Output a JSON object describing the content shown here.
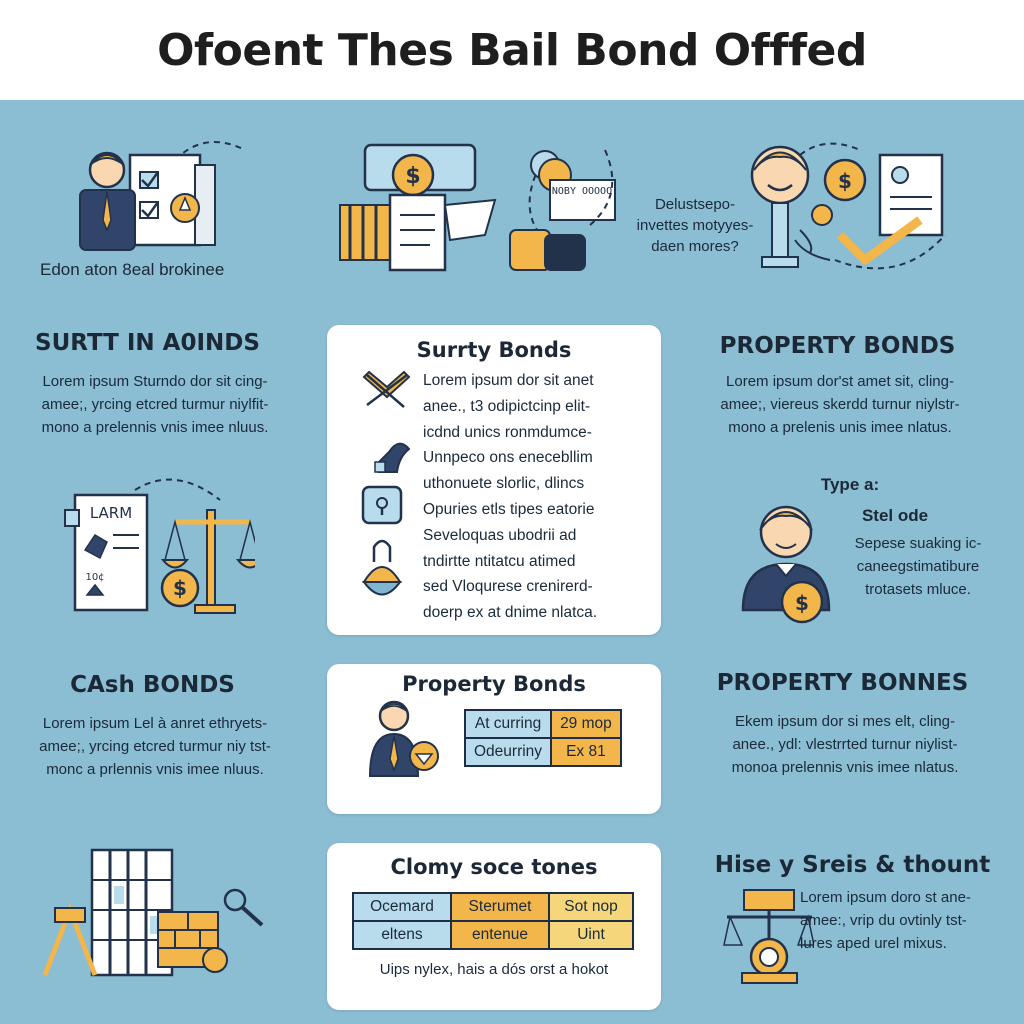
{
  "title": "Ofoent Thes Bail Bond Offfed",
  "top_row": {
    "left_caption": "Edon aton 8eal brokinee",
    "right_caption_lines": [
      "Delustsepo-",
      "invettes motyyes-",
      "daen mores?"
    ],
    "money_ticket_text": "NOBY OOOOO"
  },
  "left_column": {
    "section1": {
      "heading": "SURTT IN A0INDS",
      "lines": [
        "Lorem ipsum Sturndo dor sit cing-",
        "amee;, yrcing etcred turmur niylfit-",
        "mono a prelennis vnis imee nluus."
      ]
    },
    "document_label": "LARM",
    "document_small": "10¢",
    "section2": {
      "heading": "CAsh BONDS",
      "lines": [
        "Lorem ipsum Lel à anret ethryets-",
        "amee;, yrcing etcred turmur niy tst-",
        "monc a prlennis vnis imee nluus."
      ]
    }
  },
  "center_column": {
    "card1": {
      "title": "Surrty Bonds",
      "lines": [
        "Lorem ipsum dor sit anet",
        "anee., t3 odipictcinp elit-",
        "icdnd unics ronmdumce-",
        "Unnpeco ons enecebllim",
        "uthonuete slorlic, dlincs",
        "Opuries etls tipes eatorie",
        "Seveloquas ubodrii ad",
        "tndirtte ntitatcu atimed",
        "sed Vloqurese crenirerd-",
        "doerp ex at dnime nlatca."
      ]
    },
    "card2": {
      "title": "Property Bonds",
      "table": [
        [
          "At curring",
          "29 mop"
        ],
        [
          "Odeurriny",
          "Ex 81"
        ]
      ]
    },
    "card3": {
      "title": "Clomy soce tones",
      "table": [
        [
          "Ocemard",
          "Sterumet",
          "Sot nop"
        ],
        [
          "eltens",
          "entenue",
          "Uint"
        ]
      ],
      "footer": "Uips nylex, hais a dós orst a hokot"
    }
  },
  "right_column": {
    "section1": {
      "heading": "PROPERTY BONDS",
      "lines": [
        "Lorem ipsum dor'st amet sit, cling-",
        "amee;, viereus skerdd turnur niylstr-",
        "mono a prelenis unis imee nlatus."
      ]
    },
    "type_label": "Type a:",
    "type_sub": "Stel ode",
    "type_lines": [
      "Sepese suaking ic-",
      "caneegstimatibure",
      "trotasets mluce."
    ],
    "section2": {
      "heading": "PROPERTY BONNES",
      "lines": [
        "Ekem ipsum dor si mes elt, cling-",
        "anee., ydl: vlestrrted turnur niylist-",
        "monoa prelennis vnis imee nlatus."
      ]
    },
    "section3": {
      "heading": "Hise y Sreis & thount",
      "lines": [
        "Lorem ipsum doro st ane-",
        "amee:, vrip du ovtinly tst-",
        "lures aped urel mixus."
      ]
    }
  },
  "colors": {
    "background": "#8bbdd3",
    "navy": "#22324a",
    "orange": "#f2b64a",
    "light_blue": "#b9dcec",
    "white": "#ffffff"
  }
}
